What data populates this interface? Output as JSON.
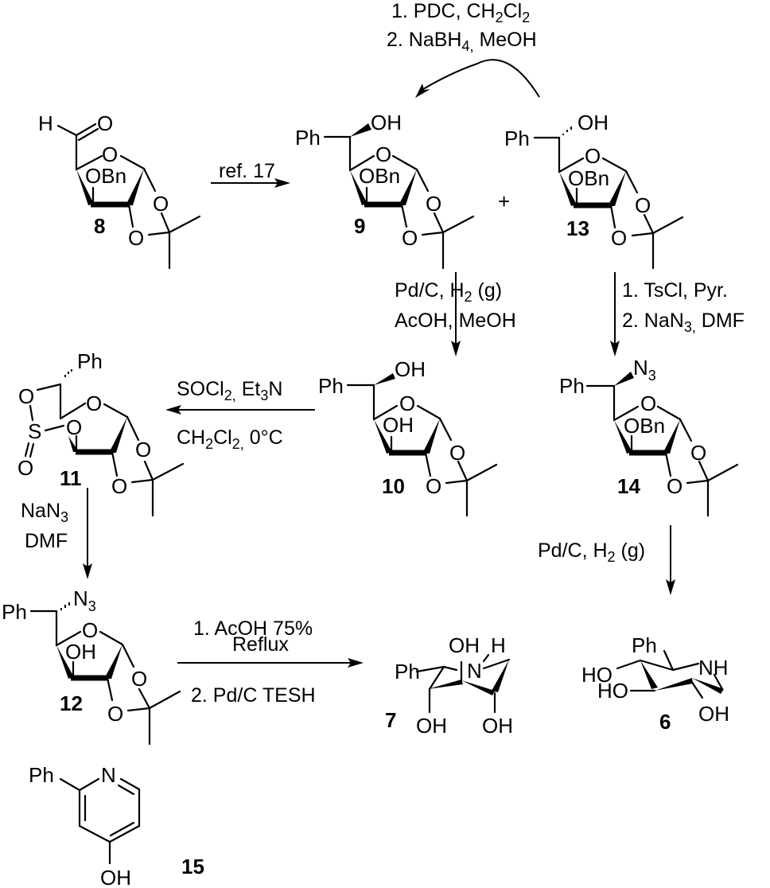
{
  "scheme": {
    "compounds": [
      {
        "id": "8",
        "label": "8",
        "groups": {
          "aldehyde_H": "H",
          "aldehyde_O": "O",
          "ring_O": "O",
          "obn": "OBn",
          "acetal_O1": "O",
          "acetal_O2": "O"
        }
      },
      {
        "id": "9",
        "label": "9",
        "groups": {
          "ph": "Ph",
          "oh": "OH",
          "ring_O": "O",
          "obn": "OBn",
          "acetal_O1": "O",
          "acetal_O2": "O"
        }
      },
      {
        "id": "13",
        "label": "13",
        "groups": {
          "ph": "Ph",
          "oh": "OH",
          "ring_O": "O",
          "obn": "OBn",
          "acetal_O1": "O",
          "acetal_O2": "O"
        }
      },
      {
        "id": "10",
        "label": "10",
        "groups": {
          "ph": "Ph",
          "oh": "OH",
          "ring_O": "O",
          "oh_ring": "OH",
          "acetal_O1": "O",
          "acetal_O2": "O"
        }
      },
      {
        "id": "11",
        "label": "11",
        "groups": {
          "ph": "Ph",
          "sulfite_O1": "O",
          "sulfite_S": "S",
          "sulfite_O2": "O",
          "sulfite_Oeq": "O",
          "ring_O": "O",
          "acetal_O1": "O",
          "acetal_O2": "O"
        }
      },
      {
        "id": "14",
        "label": "14",
        "groups": {
          "ph": "Ph",
          "n3": "N",
          "n3_sub": "3",
          "ring_O": "O",
          "obn": "OBn",
          "acetal_O1": "O",
          "acetal_O2": "O"
        }
      },
      {
        "id": "12",
        "label": "12",
        "groups": {
          "ph": "Ph",
          "n3": "N",
          "n3_sub": "3",
          "ring_O": "O",
          "oh_ring": "OH",
          "acetal_O1": "O",
          "acetal_O2": "O"
        }
      },
      {
        "id": "7",
        "label": "7",
        "groups": {
          "ph": "Ph",
          "oh_top": "OH",
          "h": "H",
          "n": "N",
          "oh_left": "OH",
          "oh_right": "OH"
        }
      },
      {
        "id": "6",
        "label": "6",
        "groups": {
          "ph": "Ph",
          "nh": "NH",
          "ho1": "HO",
          "ho2": "HO",
          "oh": "OH"
        }
      },
      {
        "id": "15",
        "label": "15",
        "groups": {
          "ph": "Ph",
          "n": "N",
          "oh": "OH"
        }
      }
    ],
    "plus": "+",
    "reactions": {
      "r_13_to_9": {
        "line1": "1. PDC, CH",
        "line1_sub1": "2",
        "line1_mid": "Cl",
        "line1_sub2": "2",
        "line2": "2. NaBH",
        "line2_sub": "4,",
        "line2_end": " MeOH"
      },
      "r_8_to_9": {
        "line1": "ref. 17"
      },
      "r_9_to_10": {
        "line1": "Pd/C, H",
        "line1_sub": "2",
        "line1_end": " (g)",
        "line2": "AcOH, MeOH"
      },
      "r_13_to_14": {
        "line1": "1. TsCl, Pyr.",
        "line2": "2. NaN",
        "line2_sub": "3,",
        "line2_end": " DMF"
      },
      "r_10_to_11": {
        "line1": "SOCl",
        "line1_sub": "2,",
        "line1_mid": " Et",
        "line1_sub2": "3",
        "line1_end": "N",
        "line2": "CH",
        "line2_sub1": "2",
        "line2_mid": "Cl",
        "line2_sub2": "2,",
        "line2_end": " 0°C"
      },
      "r_11_to_12": {
        "line1": "NaN",
        "line1_sub": "3",
        "line2": "DMF"
      },
      "r_12_to_7": {
        "line1": "1. AcOH 75%",
        "line2": "Reflux",
        "line3": "2. Pd/C TESH"
      },
      "r_14_to_6": {
        "line1": "Pd/C, H",
        "line1_sub": "2",
        "line1_end": " (g)"
      }
    }
  }
}
